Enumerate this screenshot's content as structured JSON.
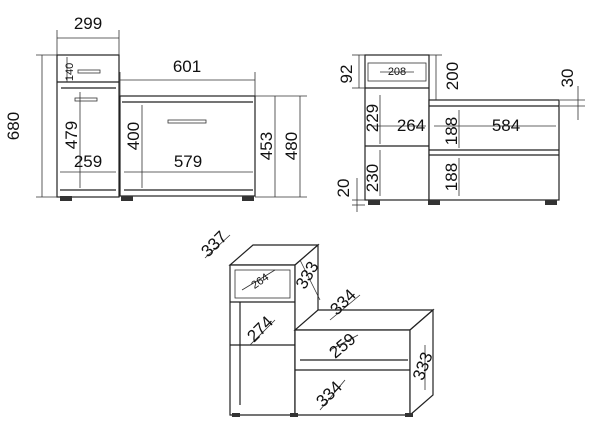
{
  "front_view": {
    "width_cabinet": "299",
    "width_bench": "601",
    "height_total": "680",
    "drawer_height": "140",
    "door_height": "479",
    "bench_drawer_height": "400",
    "bench_height": "453",
    "bench_side_height": "480",
    "inner_width_left": "259",
    "inner_width_right": "579"
  },
  "side_view": {
    "top_height": "92",
    "drawer_inner_width": "208",
    "drawer_height": "200",
    "seat_thickness": "30",
    "shelf_upper": "229",
    "depth_inner": "264",
    "shelf_mid": "188",
    "bench_depth": "584",
    "shelf_lower": "230",
    "shelf_bottom": "188",
    "foot_height": "20"
  },
  "iso_view": {
    "depth_top": "337",
    "drawer_inner": "264",
    "top_height": "333",
    "seat_depth": "334",
    "shelf_depth": "274",
    "shelf_mid": "259",
    "bottom_depth": "334",
    "side_height": "333"
  }
}
